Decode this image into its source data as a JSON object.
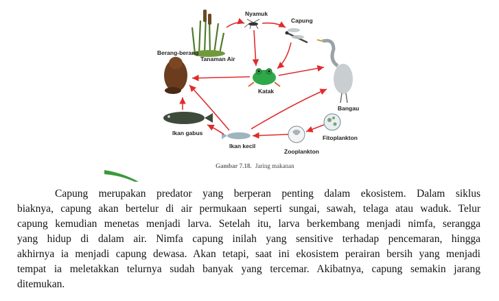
{
  "figure": {
    "labels": {
      "nyamuk": "Nyamuk",
      "capung": "Capung",
      "tanaman_air": "Tanaman Air",
      "berang_berang": "Berang-berang",
      "katak": "Katak",
      "bangau": "Bangau",
      "fitoplankton": "Fitoplankton",
      "zooplankton": "Zooplankton",
      "ikan_kecil": "Ikan kecil",
      "ikan_gabus": "Ikan gabus"
    },
    "caption_num": "Gambar 7.18.",
    "caption_text": "Jaring makanan"
  },
  "paragraph": {
    "lines": [
      "Capung merupakan predator yang berperan penting dalam ekosistem. Dalam siklus",
      "biaknya, capung akan bertelur di air permukaan seperti sungai, sawah, telaga atau waduk. Telur",
      "capung kemudian menetas menjadi larva. Setelah itu, larva berkembang menjadi nimfa, serangga",
      "yang hidup di dalam air. Nimfa capung inilah yang sensitive terhadap pencemaran, hingga",
      "akhirnya ia menjadi capung dewasa. Akan tetapi, saat ini ekosistem perairan bersih yang menjadi",
      "tempat ia meletakkan telurnya sudah banyak yang tercemar. Akibatnya, capung semakin jarang",
      "ditemukan."
    ]
  },
  "colors": {
    "arrow": "#e02b2b",
    "accent_green": "#3a9a3a"
  }
}
